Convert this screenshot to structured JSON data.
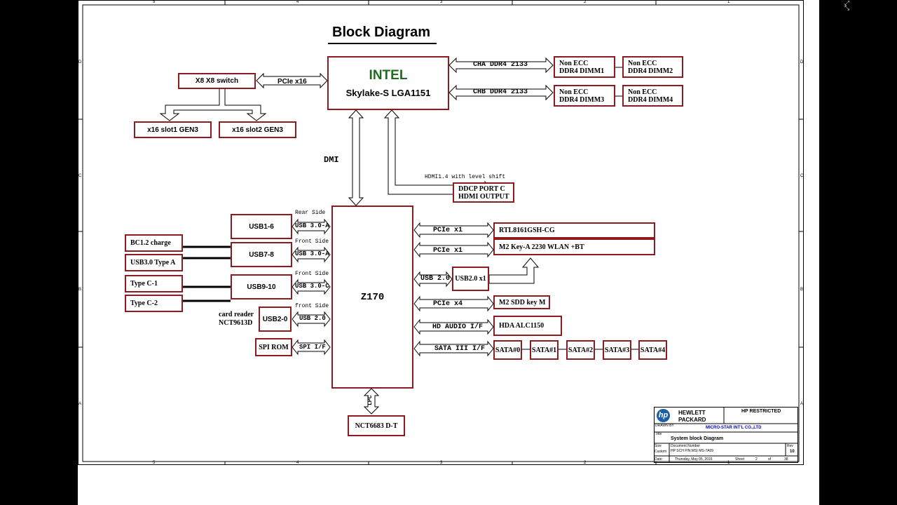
{
  "title": "Block Diagram",
  "cpu": {
    "brand": "INTEL",
    "model": "Skylake-S LGA1151",
    "brand_color": "#1f6b1f"
  },
  "pch": {
    "name": "Z170"
  },
  "switch": {
    "name": "X8 X8 switch",
    "slot1": "x16 slot1 GEN3",
    "slot2": "x16 slot2 GEN3",
    "link": "PCIe x16"
  },
  "memory": {
    "cha_label": "CHA DDR4 2133",
    "chb_label": "CHB DDR4 2133",
    "dimms": [
      {
        "line1": "Non ECC",
        "line2": "DDR4 DIMM1"
      },
      {
        "line1": "Non ECC",
        "line2": "DDR4 DIMM2"
      },
      {
        "line1": "Non ECC",
        "line2": "DDR4 DIMM3"
      },
      {
        "line1": "Non ECC",
        "line2": "DDR4 DIMM4"
      }
    ]
  },
  "dmi_label": "DMI",
  "hdmi": {
    "note": "HDMI1.4 with level shift",
    "line1": "DDCP PORT C",
    "line2": "HDMI OUTPUT"
  },
  "usb": {
    "usb1_6": "USB1-6",
    "usb7_8": "USB7-8",
    "usb9_10": "USB9-10",
    "usb2_0": "USB2-0",
    "rear_side": "Rear Side",
    "front_side_1": "Front Side",
    "front_side_2": "Front Side",
    "front_side_3": "front Side",
    "link_a1": "USB 3.0-A",
    "link_a2": "USB 3.0-A",
    "link_c": "USB 3.0-C",
    "link_20": "USB 2.0",
    "bc12": "BC1.2 charge",
    "type_a": "USB3.0 Type A",
    "type_c1": "Type C-1",
    "type_c2": "Type C-2",
    "card_reader_1": "card reader",
    "card_reader_2": "NCT9613D"
  },
  "spi": {
    "rom": "SPI ROM",
    "link": "SPI I/F"
  },
  "lpc": {
    "label": "LPC",
    "chip": "NCT6683 D-T"
  },
  "right": {
    "pcie_x1_a": "PCIe x1",
    "lan": "RTL8161GSH-CG",
    "pcie_x1_b": "PCIe x1",
    "wlan": "M2 Key-A 2230 WLAN +BT",
    "usb20": "USB 2.0",
    "usb20_x1": "USB2.0 x1",
    "pcie_x4": "PCIe x4",
    "ssd": "M2 SDD key M",
    "hd_audio": "HD AUDIO I/F",
    "codec": "HDA  ALC1150",
    "sata_if": "SATA III I/F",
    "sata": [
      "SATA#0",
      "SATA#1",
      "SATA#2",
      "SATA#3",
      "SATA#4"
    ]
  },
  "title_block": {
    "company_1": "HEWLETT",
    "company_2": "PACKARD",
    "logo": "hp",
    "restricted": "HP RESTRICTED",
    "drawn_by": "DRAWN BY",
    "maker": "MICRO-STAR INT'L CO.,LTD",
    "title_label": "Title",
    "title": "System block Diagram",
    "size_label": "Size",
    "custom_label": "Custom",
    "docnum_label": "Document Number",
    "docnum": "HP SCH P/N:MSI MS-7A09",
    "rev_label": "Rev",
    "rev": "10",
    "date_label": "Date:",
    "date": "Thursday, May 05, 2016",
    "sheet_label": "Sheet",
    "sheet": "2",
    "of_label": "of",
    "total": "38"
  },
  "frame": {
    "col_marks": [
      "5",
      "4",
      "3",
      "2",
      "1"
    ],
    "row_marks": [
      "D",
      "C",
      "B",
      "A"
    ]
  },
  "colors": {
    "box_border": "#8e1b20",
    "line": "#000000",
    "maker_text": "#0000cc"
  }
}
